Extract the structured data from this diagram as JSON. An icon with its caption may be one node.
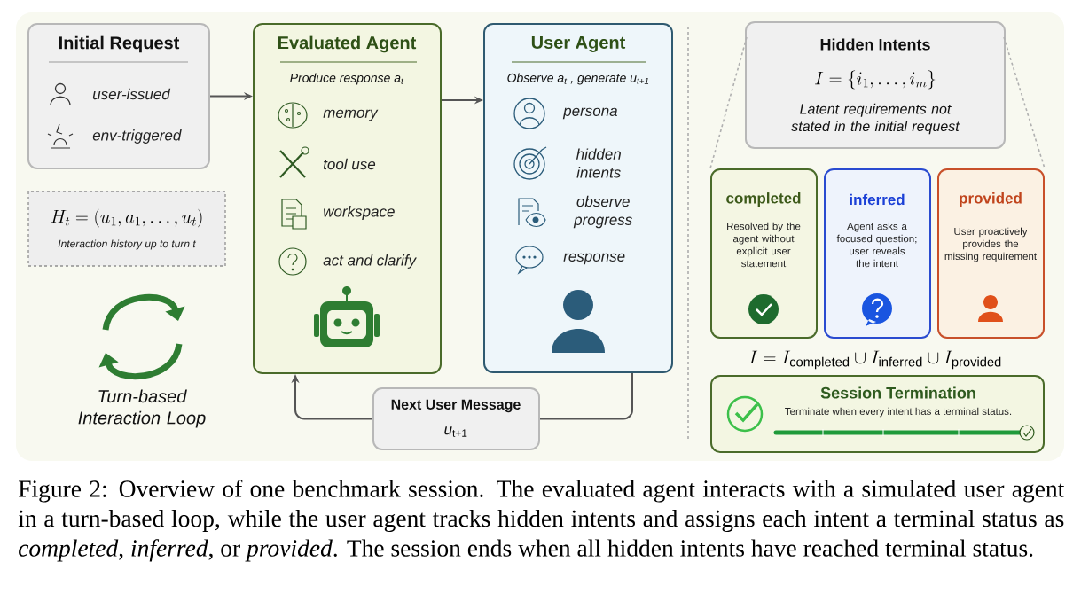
{
  "diagram": {
    "caption": "Figure 2: Overview of one benchmark session. The evaluated agent interacts with a simulated user agent in a turn-based loop, while the user agent tracks hidden intents and assigns each intent a terminal status as *completed*, *inferred*, or *provided*. The session ends when all hidden intents have reached terminal status.",
    "nodes": [
      {
        "text": [
          "Initial Request",
          "user-issued",
          "env-triggered"
        ]
      },
      {
        "text": [
          "H_t = (u_1, a_1, \\ldots, u_t)",
          "Interaction history up to turn t"
        ]
      },
      {
        "text": [
          "Evaluated Agent",
          "Produce response *a*$_{t}$",
          "memory",
          "tool use",
          "workspace",
          "act and clarify"
        ]
      },
      {
        "text": [
          "User Agent",
          "Observe *a*$_{t}$ , generate *u*$_{t+1}$",
          "persona",
          "hidden intents",
          "observe progress",
          "response"
        ]
      },
      {
        "text": [
          "Next User Message",
          "*u*$_{t+1}$"
        ]
      },
      {
        "text": [
          "Hidden Intents",
          "I = \\{i_1, \\ldots, i_m\\}",
          "Latent requirements not stated in the initial request"
        ]
      },
      {
        "text": [
          "completed",
          "Resolved by the agent without explicit user statement"
        ]
      },
      {
        "text": [
          "inferred",
          "Agent asks a focused question; user reveals the intent"
        ]
      },
      {
        "text": [
          "provided",
          "User proactively provides the missing requirement"
        ]
      },
      {
        "text": [
          "Session Termination",
          "Terminate when every intent has a terminal status."
        ]
      }
    ],
    "edges": [
      {
        "from": 0,
        "to": 2,
        "arrow": "to"
      },
      {
        "from": 2,
        "to": 3,
        "arrow": "to"
      },
      {
        "from": 3,
        "to": 4,
        "arrow": "none"
      },
      {
        "from": 4,
        "to": 2,
        "arrow": "to"
      },
      {
        "from": 5,
        "to": 6,
        "arrow": "none",
        "style": "dashed",
        "color": "#b0b0b0"
      },
      {
        "from": 5,
        "to": 8,
        "arrow": "none",
        "style": "dashed",
        "color": "#b0b0b0"
      }
    ],
    "labels": [
      "Turn-based Interaction Loop",
      "I = I_{\\mathrm{completed}} \\cup I_{\\mathrm{inferred}} \\cup I_{\\mathrm{provided}}"
    ]
  }
}
